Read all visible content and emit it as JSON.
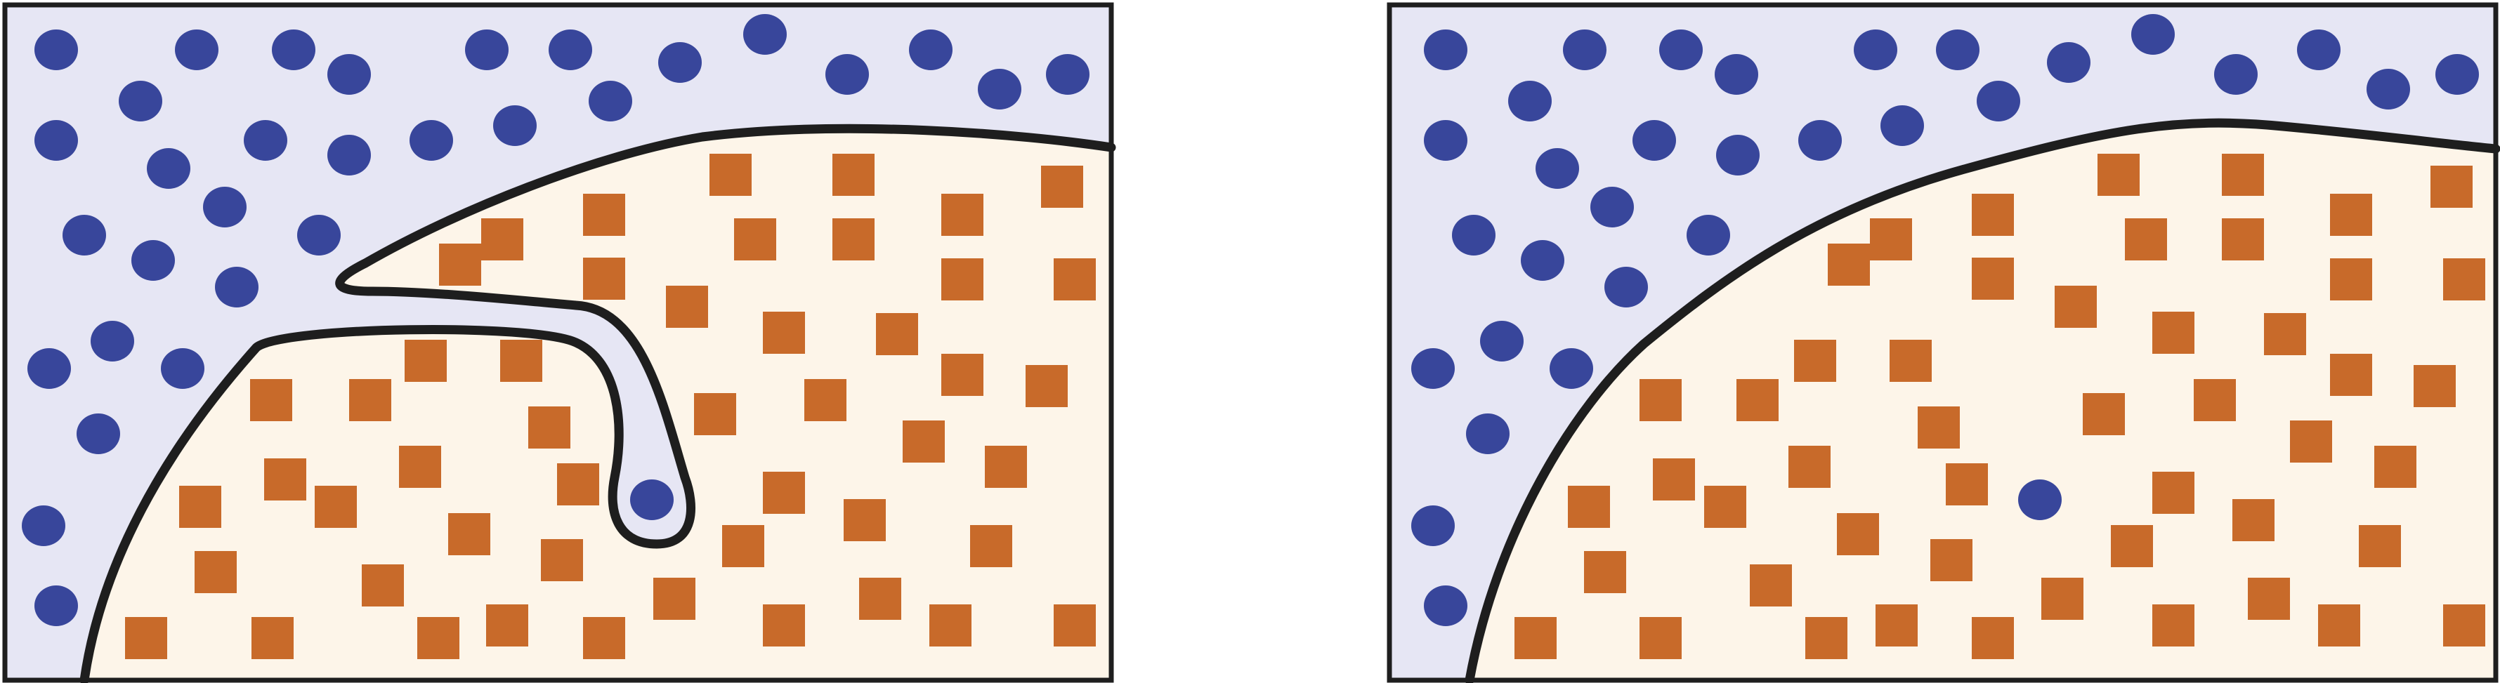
{
  "colors": {
    "background": "#ffffff",
    "region_a_fill": "#e6e6f4",
    "region_b_fill": "#fdf5e9",
    "circle": "#38469b",
    "square": "#c86a2a",
    "outline": "#1e1e1e"
  },
  "panels": [
    {
      "name": "left-panel",
      "variant": "fingered-boundary"
    },
    {
      "name": "right-panel",
      "variant": "smooth-boundary"
    }
  ]
}
